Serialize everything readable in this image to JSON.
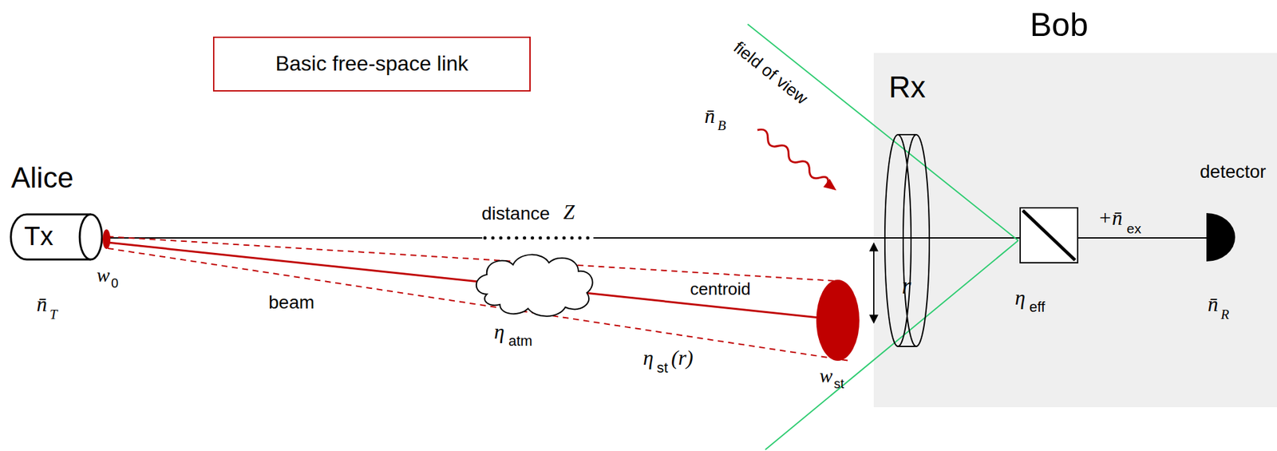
{
  "diagram": {
    "nodes": [
      {
        "text": [
          "Basic free-space link"
        ]
      },
      {
        "text": [
          "Bob"
        ]
      },
      {
        "text": [
          "Tx"
        ]
      }
    ],
    "labels": [
      "Alice",
      "w",
      "0",
      "n̄",
      "T",
      "beam",
      "distance",
      "Z",
      "η",
      "atm",
      "centroid",
      "η",
      "st",
      "(r)",
      "w",
      "st",
      "field of view",
      "n̄",
      "B",
      "Rx",
      "r",
      "η",
      "eff",
      "+n̄",
      "ex",
      "detector",
      "n̄",
      "R"
    ]
  }
}
